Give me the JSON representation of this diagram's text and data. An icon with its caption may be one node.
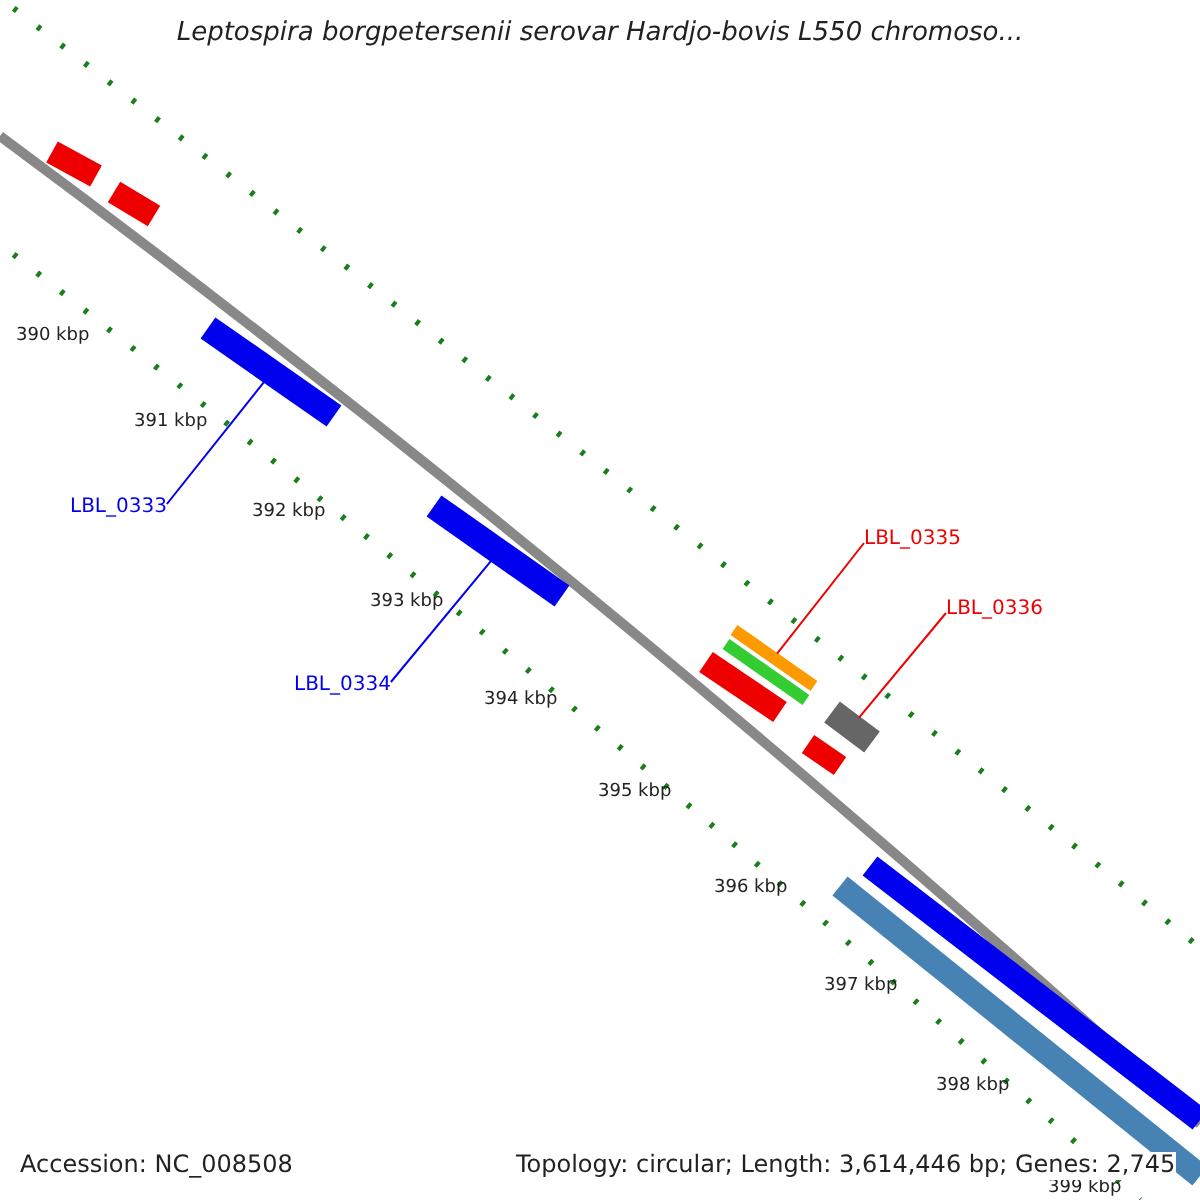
{
  "diagram": {
    "title": "Leptospira borgpetersenii serovar Hardjo-bovis L550 chromoso...",
    "nodes": [
      {
        "text": [
          "LBL_0333"
        ]
      },
      {
        "text": [],
        "shape": "bar"
      },
      {
        "text": [
          "LBL_0334"
        ]
      },
      {
        "text": [],
        "shape": "bar"
      },
      {
        "text": [
          "LBL_0335"
        ]
      },
      {
        "text": [],
        "shape": "bar"
      },
      {
        "text": [
          "LBL_0336"
        ]
      },
      {
        "text": [],
        "shape": "bar"
      }
    ],
    "edges": [
      {
        "from": 0,
        "to": 1,
        "arrow": "none",
        "color": "#0000ee"
      },
      {
        "from": 2,
        "to": 3,
        "arrow": "none",
        "color": "#0000ee"
      },
      {
        "from": 4,
        "to": 5,
        "arrow": "none",
        "color": "#ee0000"
      },
      {
        "from": 6,
        "to": 7,
        "arrow": "none",
        "color": "#ee0000"
      }
    ],
    "labels": [
      "390 kbp",
      "391 kbp",
      "392 kbp",
      "393 kbp",
      "394 kbp",
      "395 kbp",
      "396 kbp",
      "397 kbp",
      "398 kbp",
      "399 kbp",
      "Accession: NC_008508",
      "Topology: circular; Length: 3,614,446 bp; Genes: 2,745"
    ]
  }
}
